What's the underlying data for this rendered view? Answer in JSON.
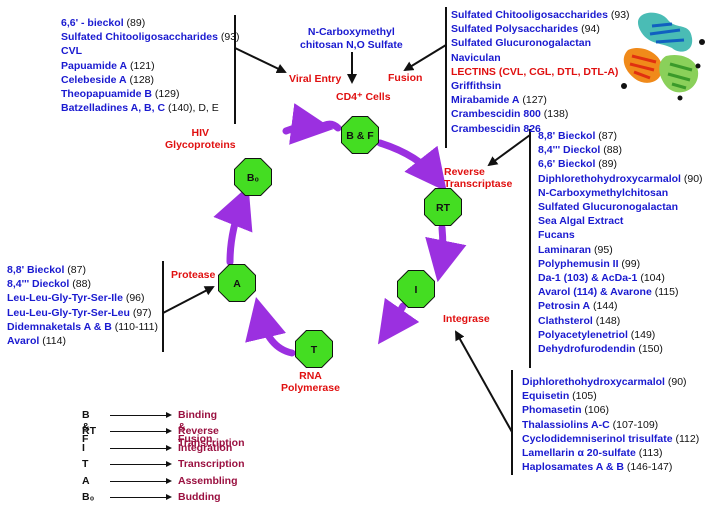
{
  "lists": {
    "viral_entry": [
      {
        "name": "6,6' - bieckol",
        "num": "(89)"
      },
      {
        "name": "Sulfated Chitooligosaccharides",
        "num": "(93)"
      },
      {
        "name": "CVL",
        "num": ""
      },
      {
        "name": "Papuamide A",
        "num": "(121)"
      },
      {
        "name": "Celebeside A",
        "num": "(128)"
      },
      {
        "name": "Theopapuamide B",
        "num": "(129)"
      },
      {
        "name": "Batzelladines A, B, C",
        "num": "(140), D, E"
      }
    ],
    "fusion": [
      {
        "name": "Sulfated Chitooligosaccharides",
        "num": "(93)"
      },
      {
        "name": "Sulfated Polysaccharides",
        "num": "(94)"
      },
      {
        "name": "Sulfated Glucuronogalactan",
        "num": ""
      },
      {
        "name": "Naviculan",
        "num": ""
      },
      {
        "name": "LECTINS (CVL, CGL, DTL, DTL-A)",
        "num": ""
      },
      {
        "name": "Griffithsin",
        "num": ""
      },
      {
        "name": "Mirabamide A",
        "num": "(127)"
      },
      {
        "name": "Crambescidin 800",
        "num": "(138)"
      },
      {
        "name": "Crambescidin 826",
        "num": ""
      }
    ],
    "reverse_transcriptase": [
      {
        "name": "8,8' Bieckol",
        "num": "(87)"
      },
      {
        "name": "8,4''' Dieckol",
        "num": "(88)"
      },
      {
        "name": "6,6' Bieckol",
        "num": "(89)"
      },
      {
        "name": "Diphlorethohydroxycarmalol",
        "num": "(90)"
      },
      {
        "name": "N-Carboxymethylchitosan",
        "num": ""
      },
      {
        "name": "Sulfated Glucuronogalactan",
        "num": ""
      },
      {
        "name": "Sea Algal Extract",
        "num": ""
      },
      {
        "name": "Fucans",
        "num": ""
      },
      {
        "name": "Laminaran",
        "num": "(95)"
      },
      {
        "name": "Polyphemusin II",
        "num": "(99)"
      },
      {
        "name": "Da-1 (103) & AcDa-1",
        "num": "(104)"
      },
      {
        "name": "Avarol (114) & Avarone",
        "num": "(115)"
      },
      {
        "name": "Petrosin A",
        "num": "(144)"
      },
      {
        "name": "Clathsterol",
        "num": "(148)"
      },
      {
        "name": "Polyacetylenetriol",
        "num": "(149)"
      },
      {
        "name": "Dehydrofurodendin",
        "num": "(150)"
      }
    ],
    "integrase": [
      {
        "name": "Diphlorethohydroxycarmalol",
        "num": "(90)"
      },
      {
        "name": "Equisetin",
        "num": "(105)"
      },
      {
        "name": "Phomasetin",
        "num": "(106)"
      },
      {
        "name": "Thalassiolins A-C",
        "num": "(107-109)"
      },
      {
        "name": "Cyclodidemniserinol trisulfate",
        "num": "(112)"
      },
      {
        "name": "Lamellarin α 20-sulfate",
        "num": "(113)"
      },
      {
        "name": "Haplosamates A & B",
        "num": "(146-147)"
      }
    ],
    "protease": [
      {
        "name": "8,8' Bieckol",
        "num": "(87)"
      },
      {
        "name": "8,4''' Dieckol",
        "num": "(88)"
      },
      {
        "name": "Leu-Leu-Gly-Tyr-Ser-Ile",
        "num": "(96)"
      },
      {
        "name": "Leu-Leu-Gly-Tyr-Ser-Leu",
        "num": "(97)"
      },
      {
        "name": "Didemnaketals A & B",
        "num": "(110-111)"
      },
      {
        "name": "Avarol",
        "num": "(114)"
      }
    ]
  },
  "labels": {
    "viral_entry": "Viral Entry",
    "fusion": "Fusion",
    "cd4": "CD4⁺ Cells",
    "ncarboxy": "N-Carboxymethyl\nchitosan N,O Sulfate",
    "hiv": "HIV\nGlycoproteins",
    "reverse": "Reverse\nTranscriptase",
    "integrase": "Integrase",
    "rna": "RNA\nPolymerase",
    "protease": "Protease"
  },
  "nodes": [
    {
      "id": "bf",
      "label": "B & F"
    },
    {
      "id": "rt",
      "label": "RT"
    },
    {
      "id": "i",
      "label": "I"
    },
    {
      "id": "t",
      "label": "T"
    },
    {
      "id": "a",
      "label": "A"
    },
    {
      "id": "b0",
      "label": "B₀"
    }
  ],
  "legend": [
    {
      "key": "B & F",
      "value": "Binding & Fusion"
    },
    {
      "key": "RT",
      "value": "Reverse Transcription"
    },
    {
      "key": "I",
      "value": "Integration"
    },
    {
      "key": "T",
      "value": "Transcription"
    },
    {
      "key": "A",
      "value": "Assembling"
    },
    {
      "key": "B₀",
      "value": "Budding"
    }
  ],
  "colors": {
    "node": "#44dd22",
    "arrow": "#9b30e0",
    "compound": "#1a1ad0",
    "label": "#e01010",
    "legend": "#9a1040"
  }
}
